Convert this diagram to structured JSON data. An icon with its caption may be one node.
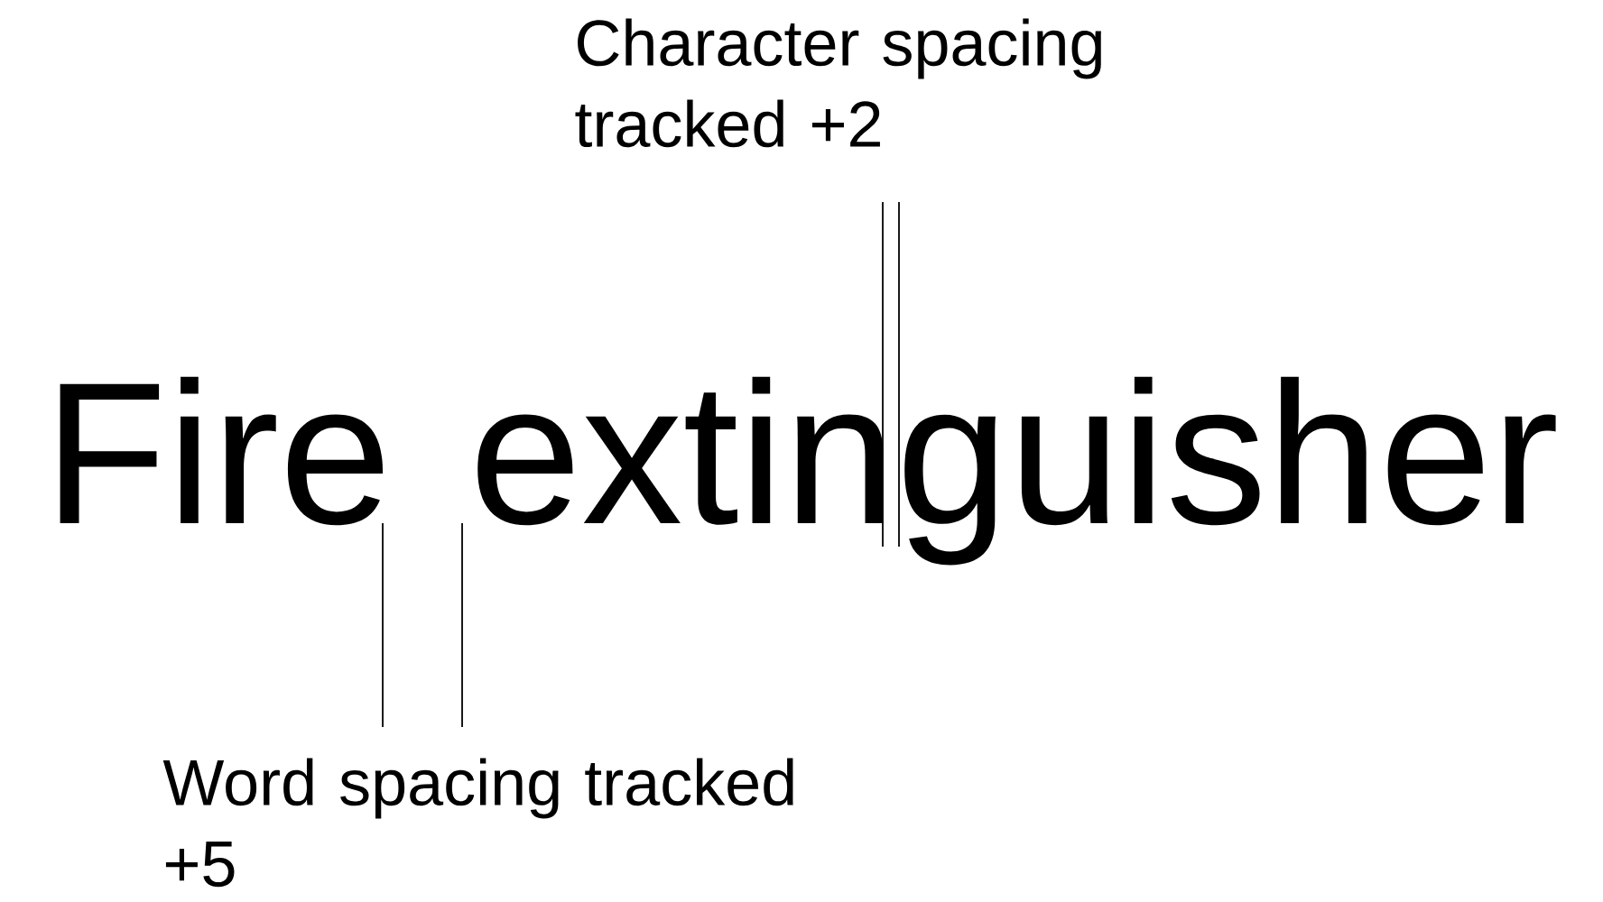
{
  "diagram": {
    "labels": [
      "Character spacing tracked +2",
      "Fire extinguisher",
      "Word spacing tracked +5"
    ]
  }
}
